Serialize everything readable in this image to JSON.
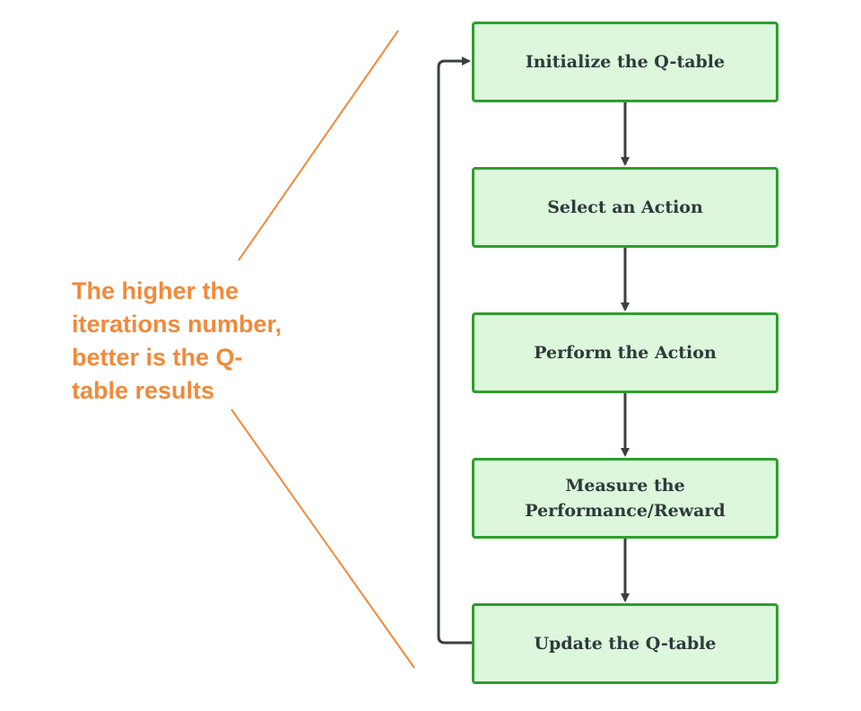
{
  "annotation": {
    "text": "The higher the\niterations number,\nbetter is the Q-\ntable results",
    "color": "#f08a3a"
  },
  "flow": {
    "steps": [
      {
        "label": "Initialize the Q-table"
      },
      {
        "label": "Select an Action"
      },
      {
        "label": "Perform the Action"
      },
      {
        "label": "Measure the Performance/Reward"
      },
      {
        "label": "Update the Q-table"
      }
    ],
    "box_fill": "#dcf7dc",
    "box_border": "#2e9e2e",
    "arrow_color": "#3a3f42"
  }
}
